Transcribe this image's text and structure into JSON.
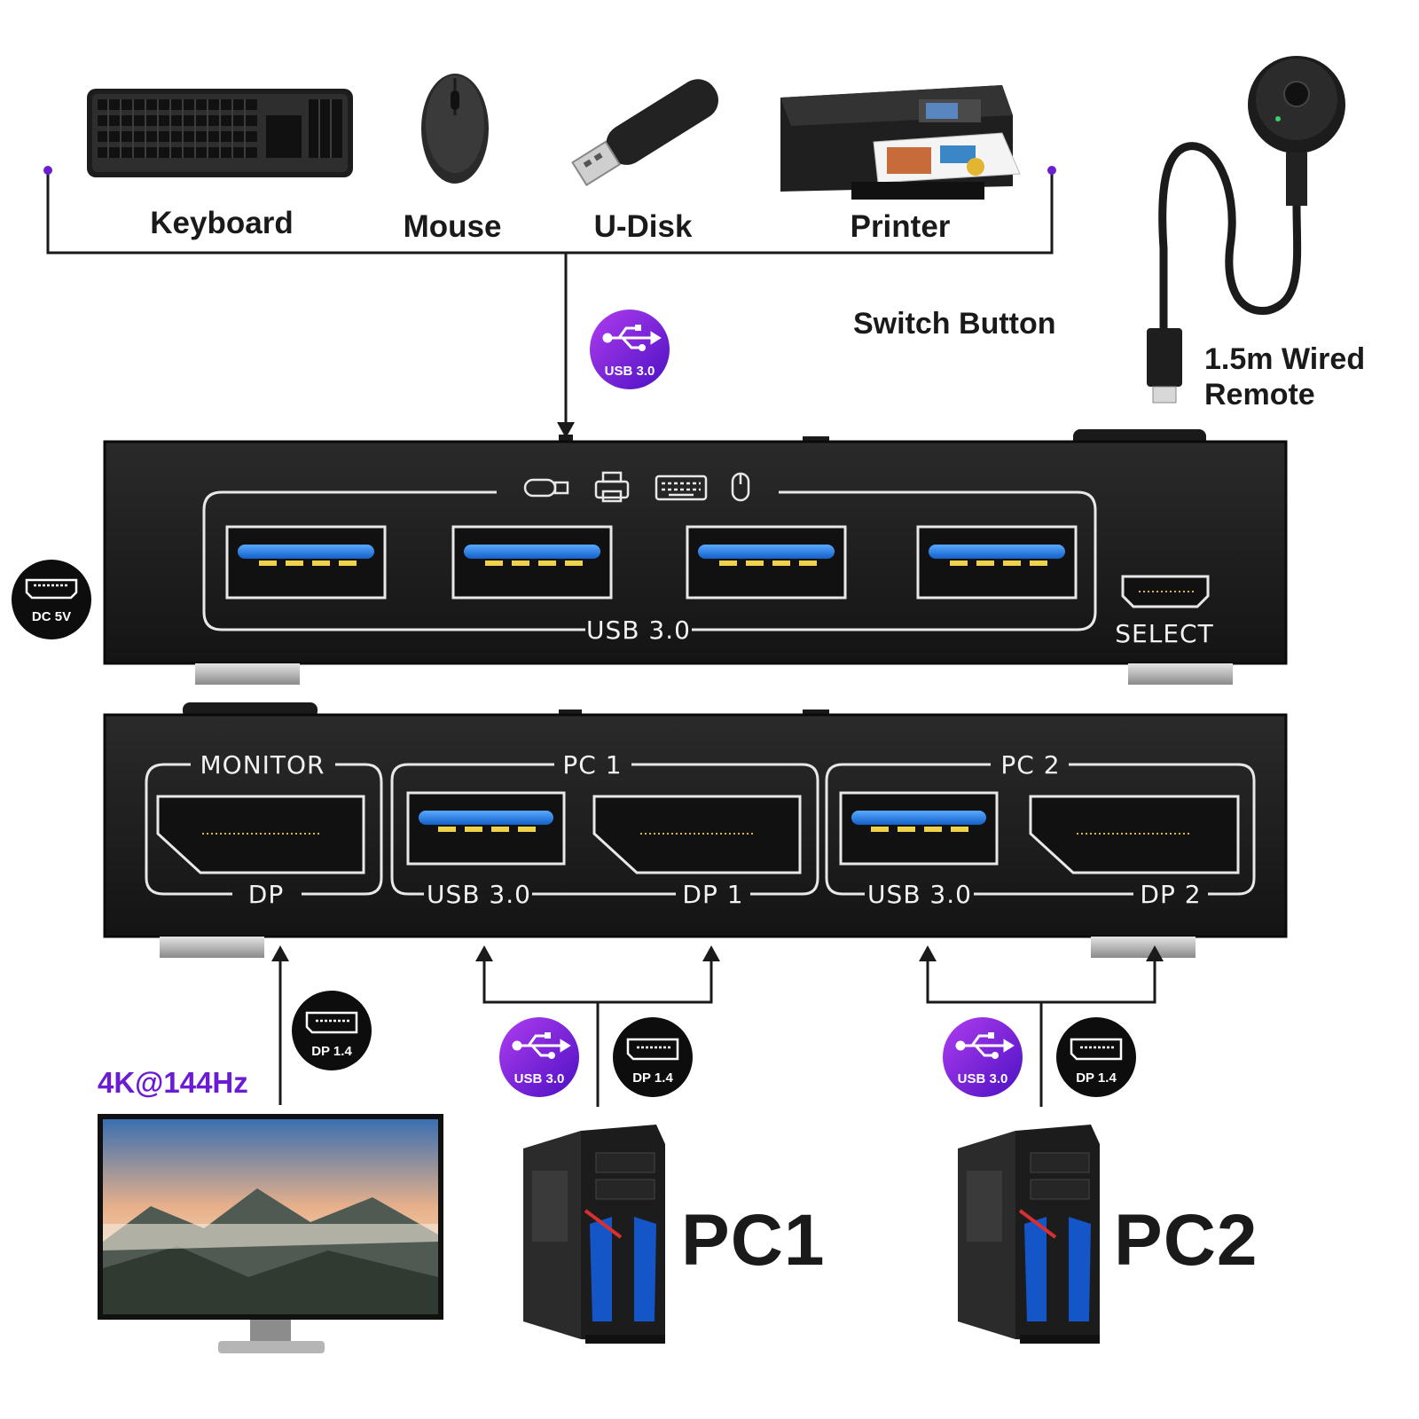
{
  "devices": {
    "keyboard": "Keyboard",
    "mouse": "Mouse",
    "udisk": "U-Disk",
    "printer": "Printer"
  },
  "switch_button_label": "Switch Button",
  "remote_label_line1": "1.5m Wired",
  "remote_label_line2": "Remote",
  "badges": {
    "usb": "USB 3.0",
    "dp": "DP 1.4",
    "dc": "DC 5V"
  },
  "front_panel": {
    "usb_label": "USB 3.0",
    "select_label": "SELECT"
  },
  "rear_panel": {
    "monitor_label": "MONITOR",
    "monitor_port": "DP",
    "pc1_label": "PC 1",
    "pc1_usb": "USB 3.0",
    "pc1_dp": "DP 1",
    "pc2_label": "PC 2",
    "pc2_usb": "USB 3.0",
    "pc2_dp": "DP 2"
  },
  "resolution": "4K@144Hz",
  "pc1": "PC1",
  "pc2": "PC2",
  "colors": {
    "accent_purple": "#7a1fd6",
    "usb_blue": "#1f7fe0",
    "panel_black": "#1e1e1e"
  },
  "icons": [
    "keyboard-icon",
    "mouse-icon",
    "usb-stick-icon",
    "printer-icon",
    "wired-remote-icon",
    "usb-symbol-icon",
    "displayport-icon",
    "power-port-icon",
    "monitor-icon",
    "pc-tower-icon"
  ]
}
